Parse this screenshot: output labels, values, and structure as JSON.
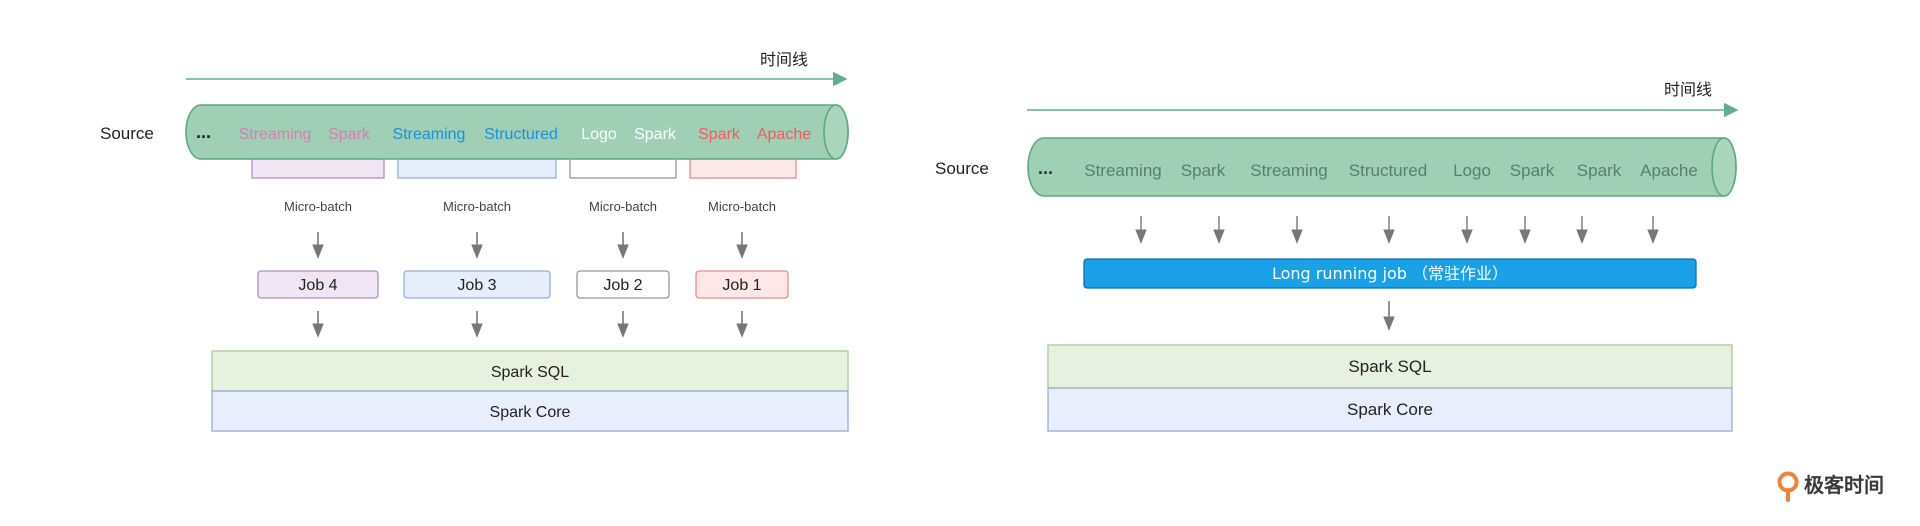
{
  "left": {
    "timeline_label": "时间线",
    "source_label": "Source",
    "ellipsis": "...",
    "stream_words": [
      {
        "text": "Streaming",
        "color": "#d47fb2"
      },
      {
        "text": "Spark",
        "color": "#d47fb2"
      },
      {
        "text": "Streaming",
        "color": "#1b8fe0"
      },
      {
        "text": "Structured",
        "color": "#1b8fe0"
      },
      {
        "text": "Logo",
        "color": "#ffffff"
      },
      {
        "text": "Spark",
        "color": "#ffffff"
      },
      {
        "text": "Spark",
        "color": "#f25c5c"
      },
      {
        "text": "Apache",
        "color": "#f25c5c"
      }
    ],
    "batches": [
      {
        "micro_label": "Micro-batch",
        "job_label": "Job 4",
        "fill": "#efe5f3",
        "stroke": "#b48cc6"
      },
      {
        "micro_label": "Micro-batch",
        "job_label": "Job 3",
        "fill": "#e6eefb",
        "stroke": "#94b0dc"
      },
      {
        "micro_label": "Micro-batch",
        "job_label": "Job 2",
        "fill": "#ffffff",
        "stroke": "#999999"
      },
      {
        "micro_label": "Micro-batch",
        "job_label": "Job 1",
        "fill": "#fde7e7",
        "stroke": "#ea8d8d"
      }
    ],
    "layers": [
      {
        "label": "Spark SQL",
        "fill": "#e6f1e0",
        "stroke": "#a8c99a"
      },
      {
        "label": "Spark Core",
        "fill": "#e8eefb",
        "stroke": "#94acd3"
      }
    ]
  },
  "right": {
    "timeline_label": "时间线",
    "source_label": "Source",
    "ellipsis": "...",
    "stream_words": [
      "Streaming",
      "Spark",
      "Streaming",
      "Structured",
      "Logo",
      "Spark",
      "Spark",
      "Apache"
    ],
    "stream_word_color": "#5c7d70",
    "job_label": "Long running job （常驻作业）",
    "job_color": "#1aa0e6",
    "layers": [
      {
        "label": "Spark SQL",
        "fill": "#e6f1e0",
        "stroke": "#a8c99a"
      },
      {
        "label": "Spark Core",
        "fill": "#e8eefb",
        "stroke": "#94acd3"
      }
    ]
  },
  "colors": {
    "pipe_fill": "#9fcfb4",
    "pipe_stroke": "#5fa87f",
    "timeline": "#5fae90",
    "arrow": "#777777"
  },
  "brand": {
    "name": "极客时间",
    "logo_color": "#f0813a"
  }
}
